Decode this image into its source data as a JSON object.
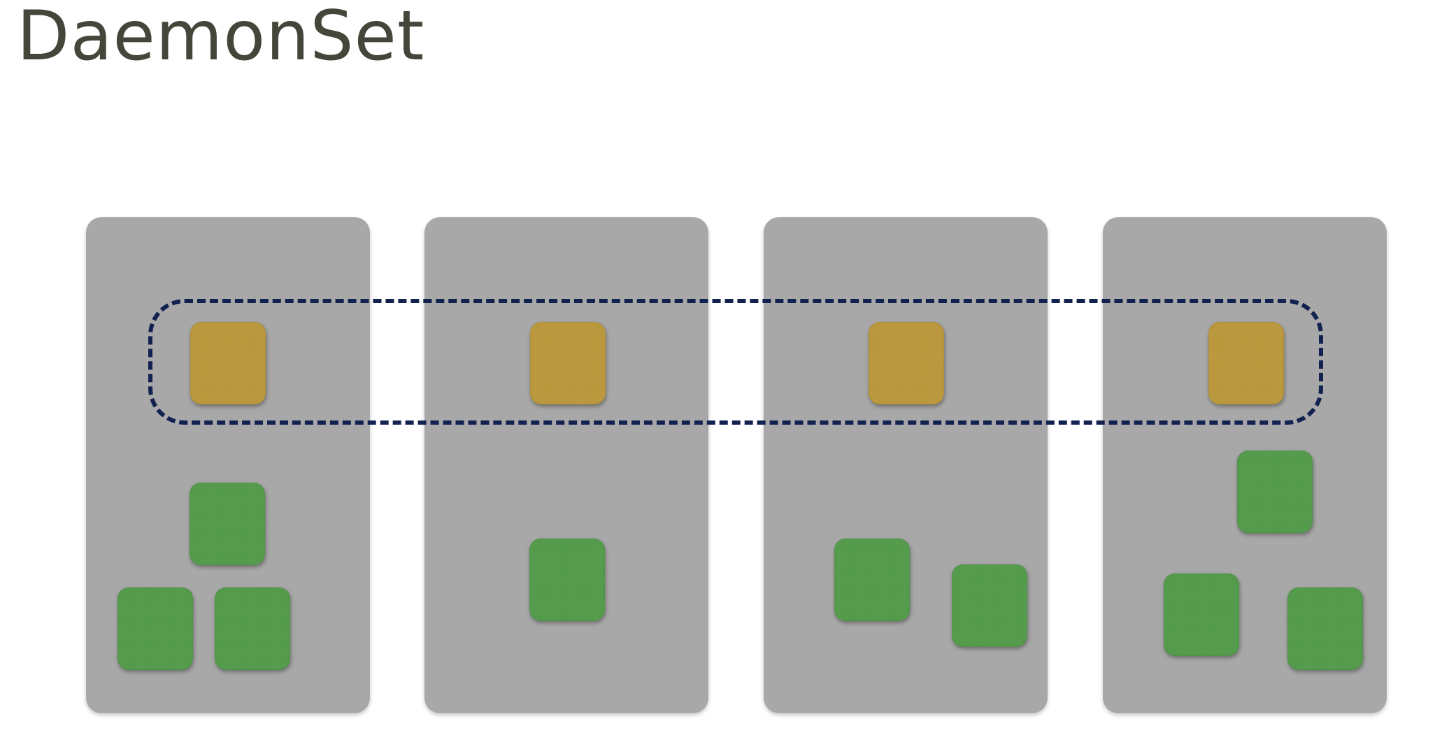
{
  "title": "DaemonSet",
  "colors": {
    "title": "#45463a",
    "node": "#a7a8a7",
    "daemon_pod": "#b9963a",
    "app_pod": "#529a4a",
    "selector_outline": "#112150"
  },
  "nodes": [
    {
      "daemon_pods": 1,
      "app_pods": 3
    },
    {
      "daemon_pods": 1,
      "app_pods": 1
    },
    {
      "daemon_pods": 1,
      "app_pods": 2
    },
    {
      "daemon_pods": 1,
      "app_pods": 3
    }
  ]
}
